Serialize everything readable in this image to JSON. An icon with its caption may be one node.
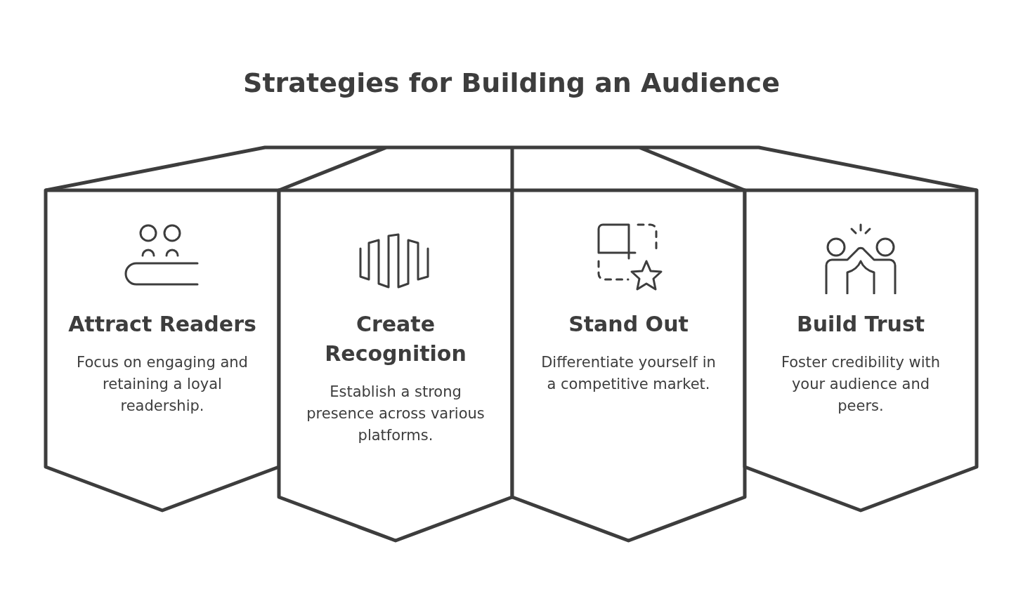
{
  "diagram": {
    "title": "Strategies for Building an Audience",
    "nodes": [
      {
        "text": [
          "Attract Readers",
          "Focus on engaging and retaining a loyal readership."
        ]
      },
      {
        "text": [
          "Create Recognition",
          "Establish a strong presence across various platforms."
        ]
      },
      {
        "text": [
          "Stand Out",
          "Differentiate yourself in a competitive market."
        ]
      },
      {
        "text": [
          "Build Trust",
          "Foster credibility with your audience and peers."
        ]
      }
    ]
  }
}
